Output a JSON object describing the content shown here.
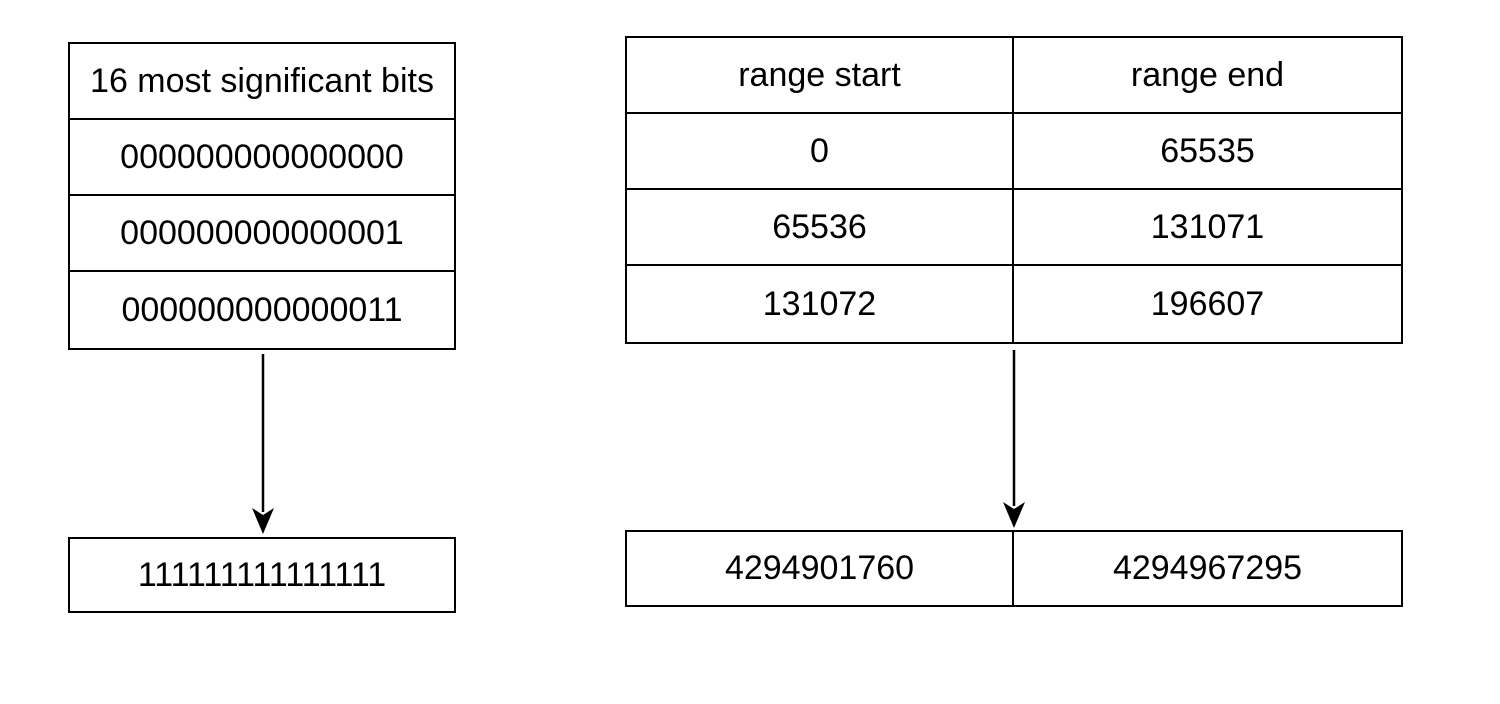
{
  "left_table": {
    "header": "16 most significant bits",
    "rows": [
      "000000000000000",
      "000000000000001",
      "000000000000011"
    ],
    "result": "111111111111111"
  },
  "right_table": {
    "headers": [
      "range start",
      "range end"
    ],
    "rows": [
      [
        "0",
        "65535"
      ],
      [
        "65536",
        "131071"
      ],
      [
        "131072",
        "196607"
      ]
    ],
    "result": [
      "4294901760",
      "4294967295"
    ]
  },
  "colors": {
    "stroke": "#000000",
    "background": "#ffffff"
  }
}
